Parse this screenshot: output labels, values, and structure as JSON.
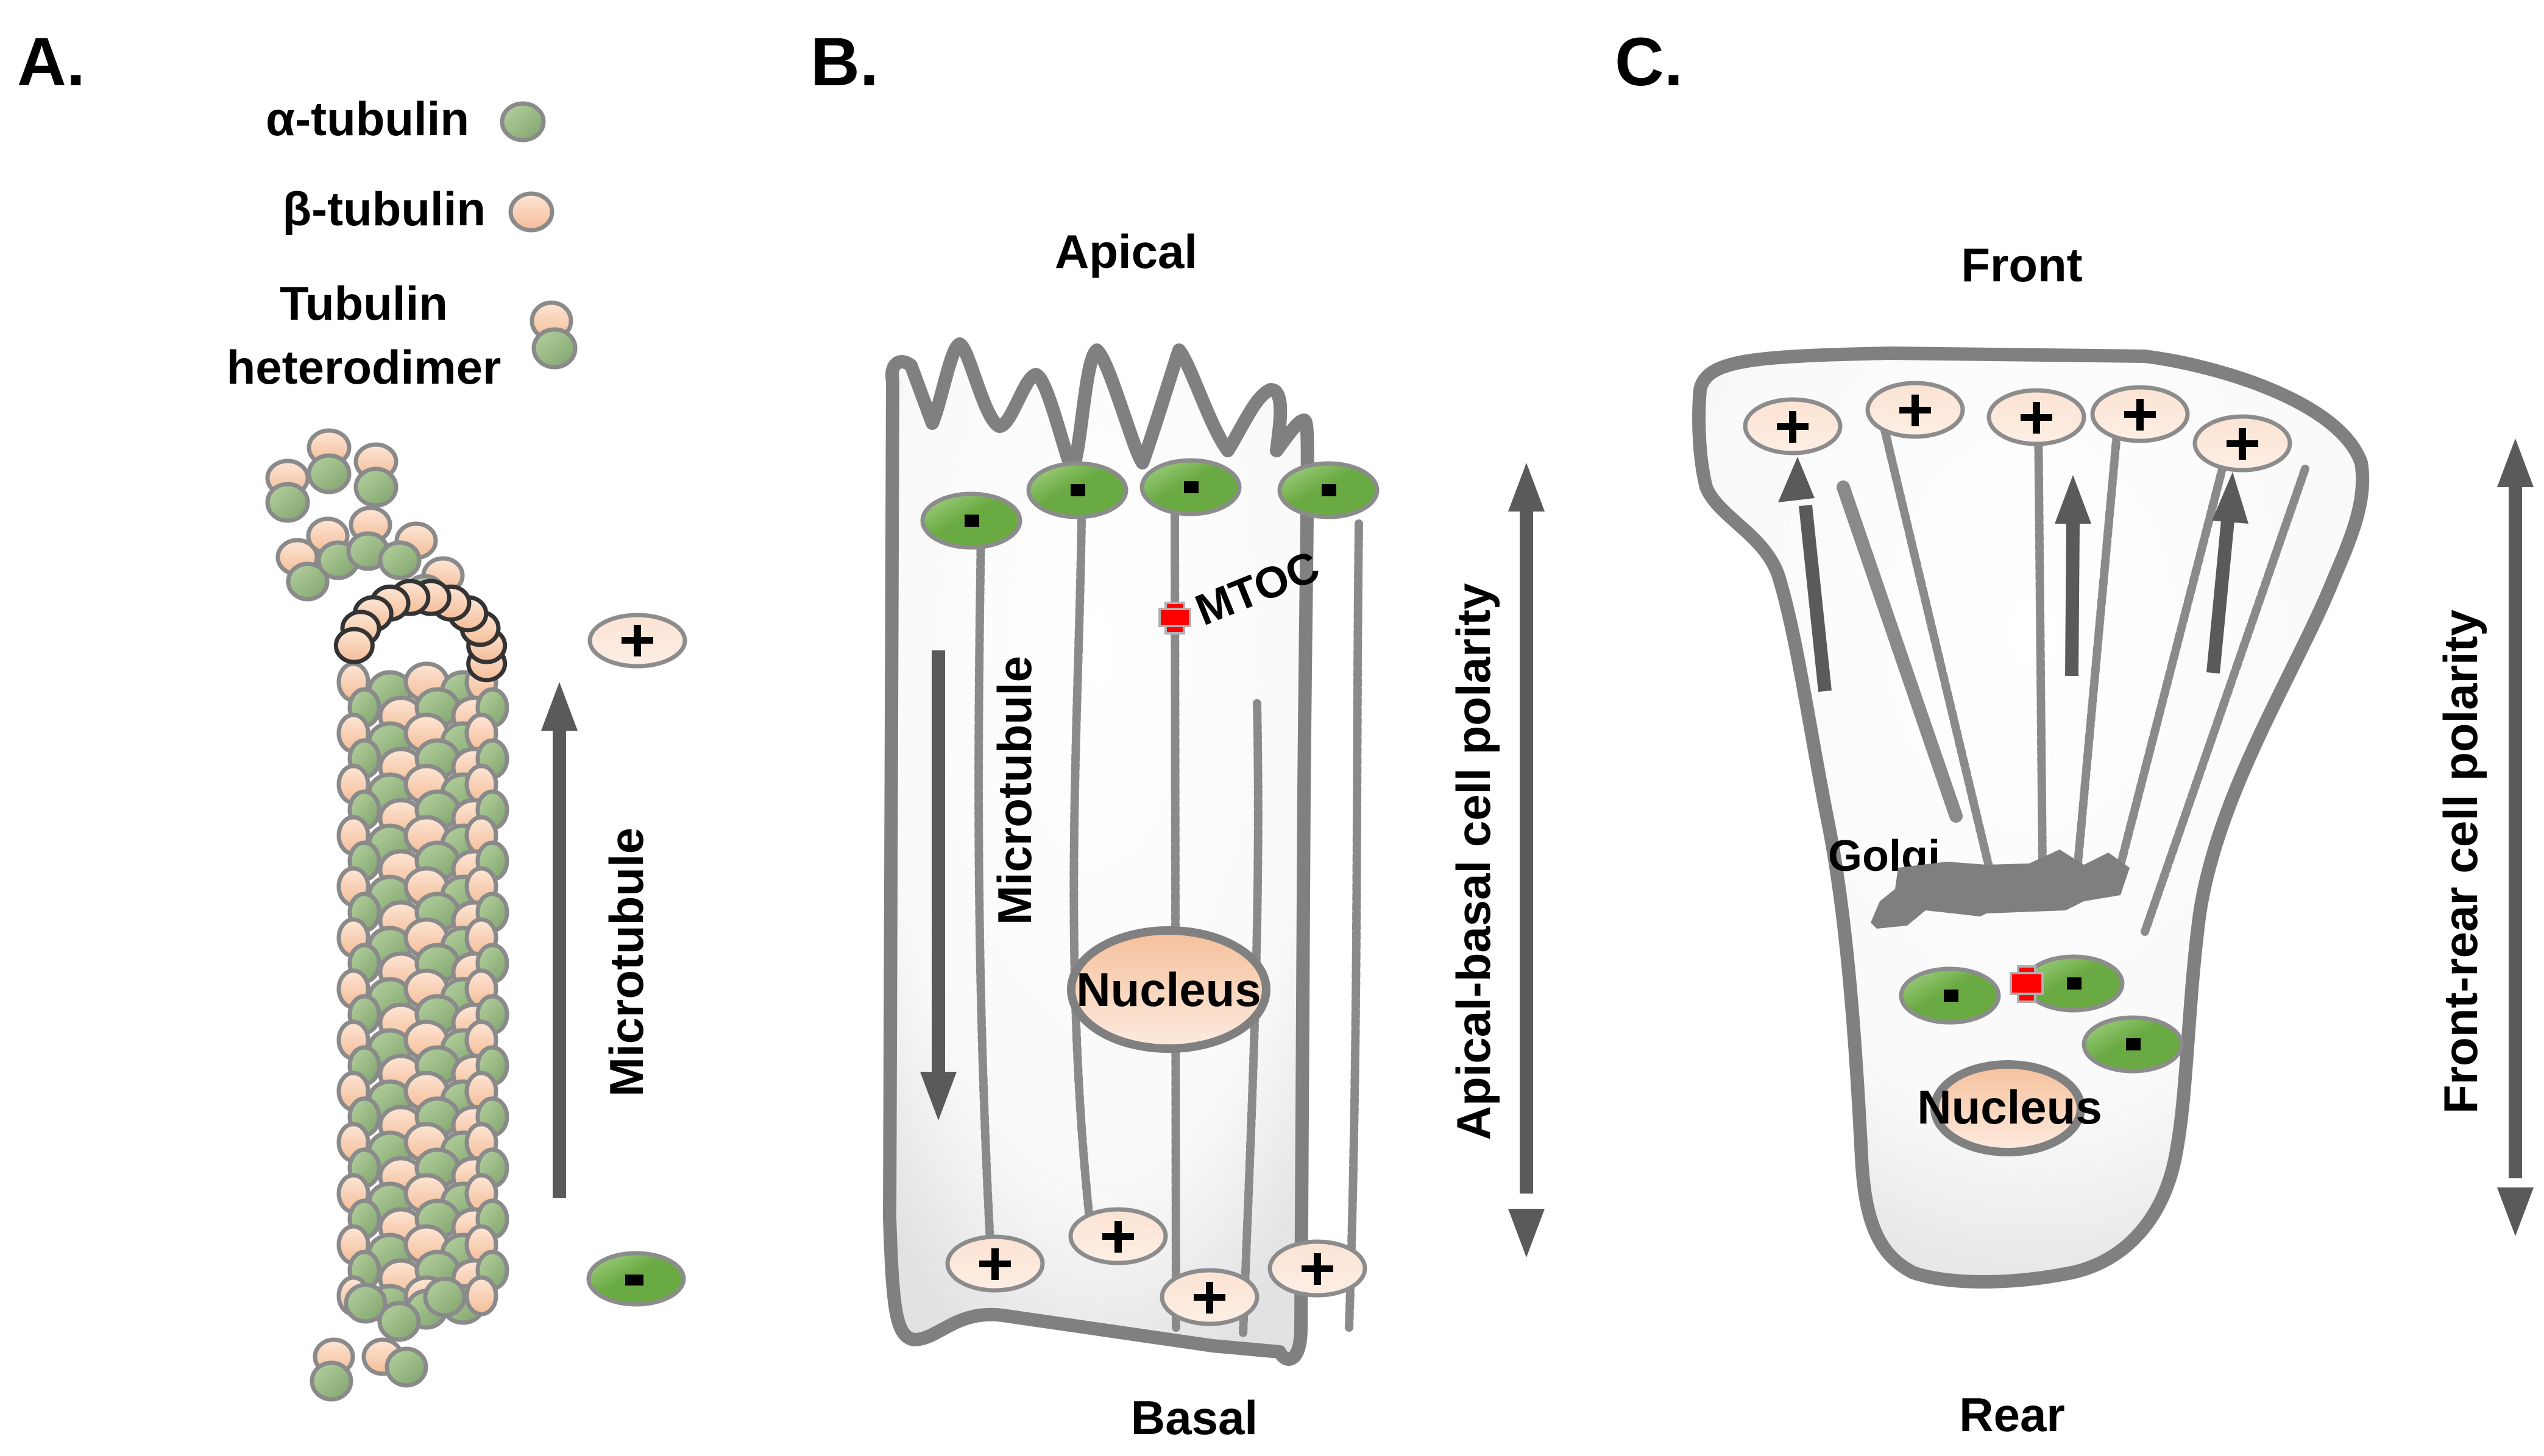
{
  "figure": {
    "panels": [
      {
        "id": "A",
        "label": "A.",
        "legend": [
          {
            "text": "α-tubulin",
            "swatch": "alpha-tubulin",
            "color": "#9bbd86"
          },
          {
            "text": "β-tubulin",
            "swatch": "beta-tubulin",
            "color": "#f7c9a7"
          },
          {
            "text_line1": "Tubulin",
            "text_line2": "heterodimer",
            "swatch": "heterodimer"
          }
        ],
        "microtubule_label": "Microtubule",
        "plus_end_sign": "+",
        "minus_end_sign": "−",
        "arrow_direction": "up"
      },
      {
        "id": "B",
        "label": "B.",
        "top_label": "Apical",
        "bottom_label": "Basal",
        "microtubule_label": "Microtubule",
        "mtoc_label": "MTOC",
        "nucleus_label": "Nucleus",
        "polarity_label": "Apical-basal cell polarity",
        "minus_end_count": 4,
        "plus_end_count": 4,
        "arrow_direction": "down"
      },
      {
        "id": "C",
        "label": "C.",
        "top_label": "Front",
        "bottom_label": "Rear",
        "golgi_label": "Golgi",
        "nucleus_label": "Nucleus",
        "polarity_label": "Front-rear cell polarity",
        "plus_end_count": 5,
        "minus_end_count": 3,
        "arrow_direction": "up"
      }
    ],
    "colors": {
      "alpha_tubulin": "#9bbd86",
      "beta_tubulin": "#f7c9a7",
      "minus_end": "#6aaa42",
      "plus_end": "#fbe3d3",
      "nucleus": "#f5c4a0",
      "mtoc": "#ff0000",
      "membrane": "#808080",
      "arrow": "#5a5a5a"
    }
  }
}
